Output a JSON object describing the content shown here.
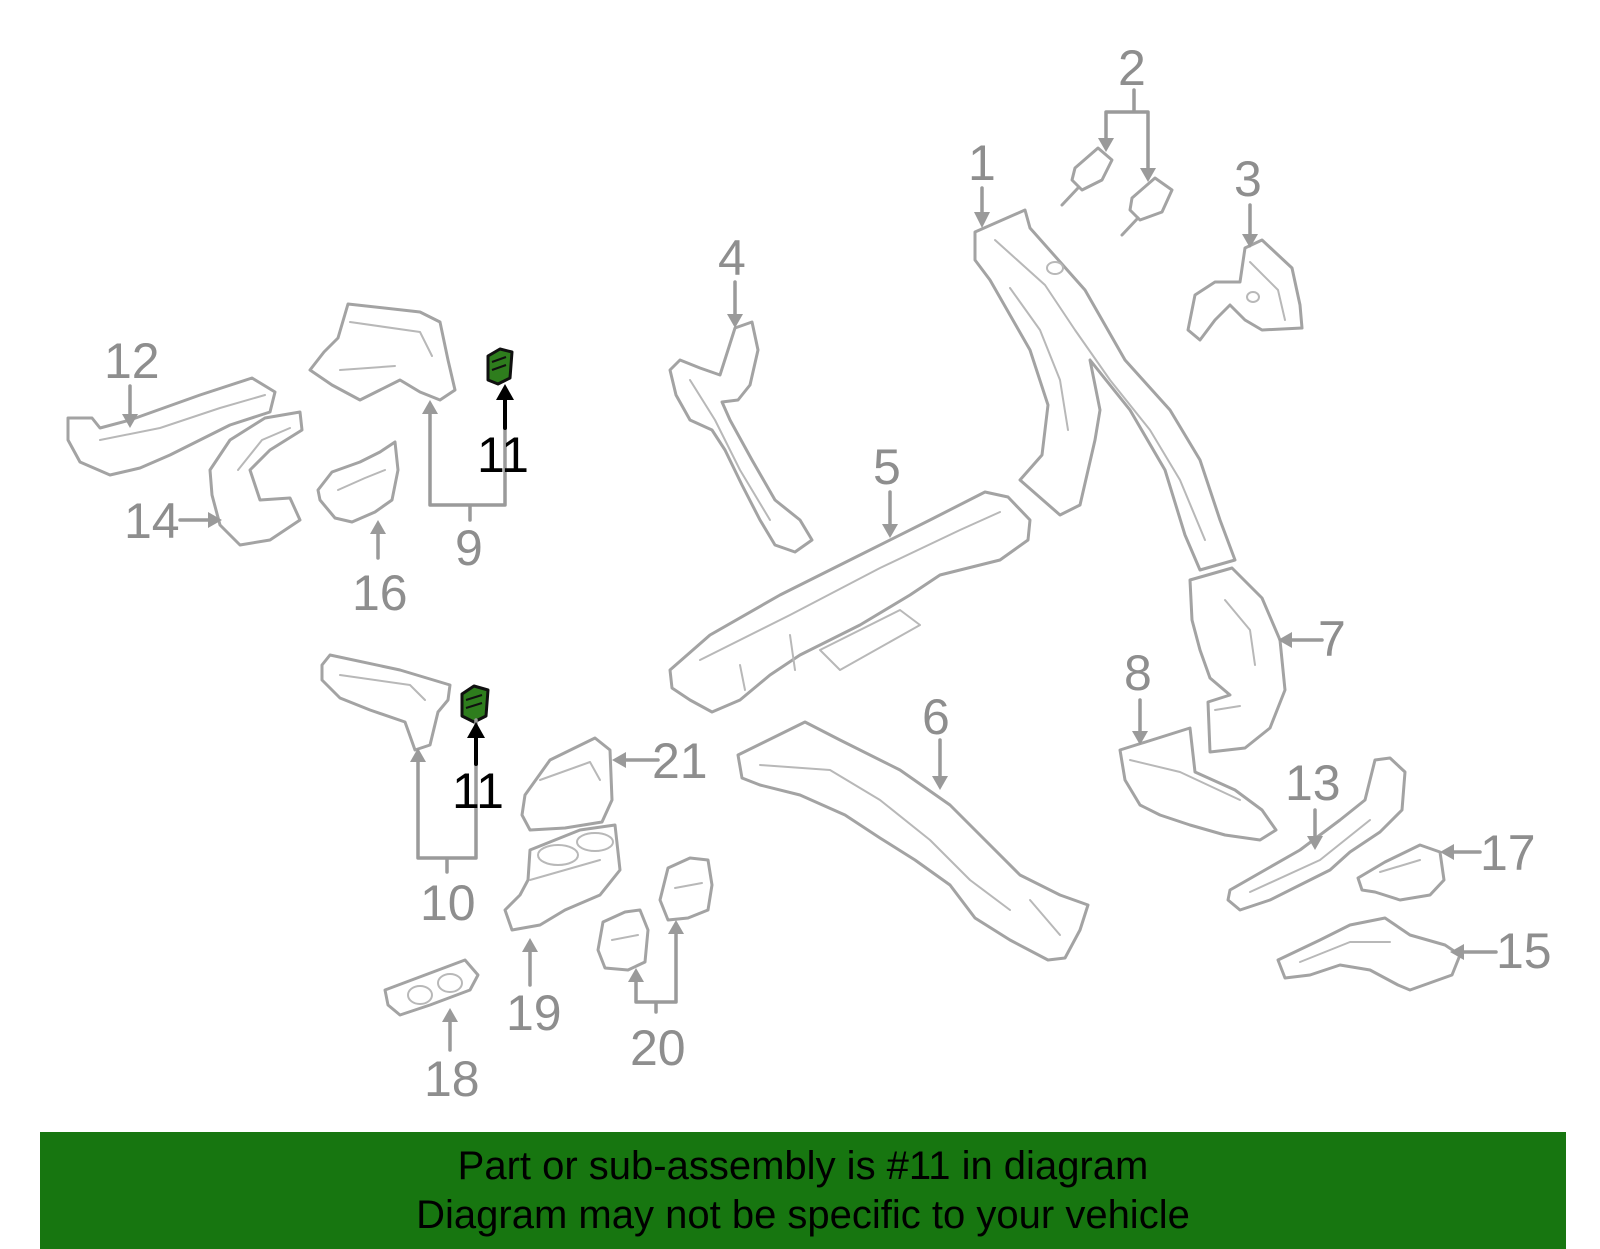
{
  "diagram": {
    "highlight_color": "#2e7d1d",
    "part_color": "#a3a3a3",
    "callouts": {
      "c1": "1",
      "c2": "2",
      "c3": "3",
      "c4": "4",
      "c5": "5",
      "c6": "6",
      "c7": "7",
      "c8": "8",
      "c9": "9",
      "c10": "10",
      "c11a": "11",
      "c11b": "11",
      "c12": "12",
      "c13": "13",
      "c14": "14",
      "c15": "15",
      "c16": "16",
      "c17": "17",
      "c18": "18",
      "c19": "19",
      "c20": "20",
      "c21": "21"
    }
  },
  "banner": {
    "background": "#177610",
    "line1": "Part or sub-assembly is #11 in diagram",
    "line2": "Diagram may not be specific to your vehicle"
  }
}
